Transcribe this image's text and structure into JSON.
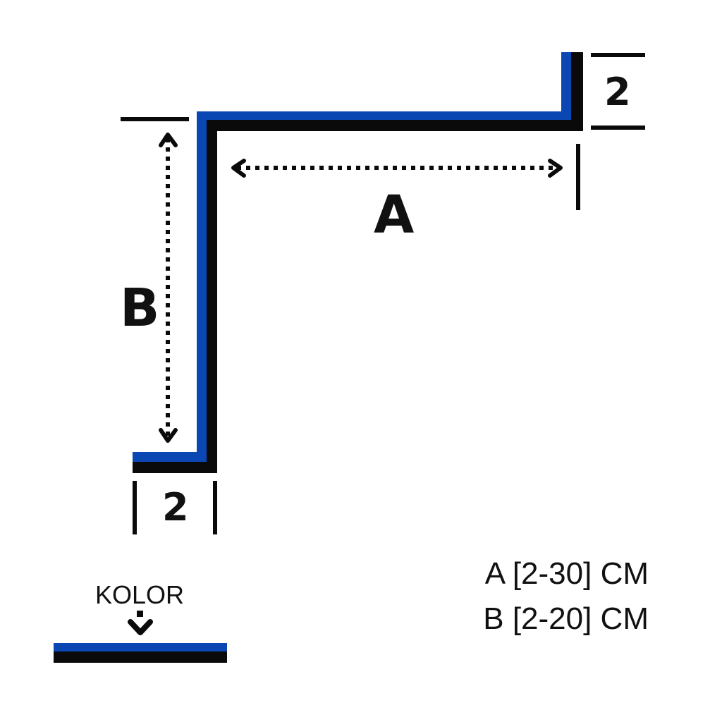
{
  "colors": {
    "blue": "#0b47b3",
    "black": "#0a0a0a",
    "background": "#ffffff"
  },
  "dimensions": {
    "a_label": "A",
    "b_label": "B",
    "top_flange_label": "2",
    "bottom_flange_label": "2"
  },
  "legend": {
    "kolor_label": "KOLOR"
  },
  "ranges": {
    "a_range": "A [2-30] CM",
    "b_range": "B [2-20] CM"
  },
  "icons": {
    "arrow": "dotted-double-arrow",
    "kolor_pointer": "down-arrow"
  }
}
